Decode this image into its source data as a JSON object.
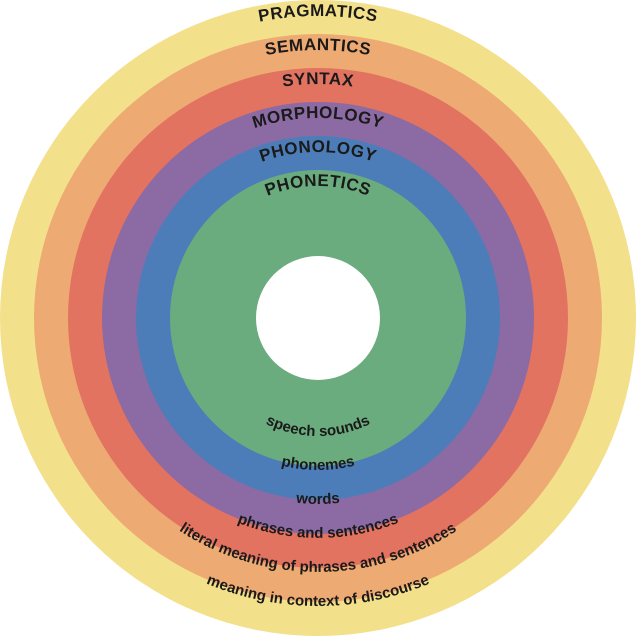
{
  "rings": [
    {
      "id": "pragmatics",
      "title": "PRAGMATICS",
      "description": "meaning in context of discourse",
      "color": "#f3e08a"
    },
    {
      "id": "semantics",
      "title": "SEMANTICS",
      "description": "literal meaning of phrases and sentences",
      "color": "#eeaa73"
    },
    {
      "id": "syntax",
      "title": "SYNTAX",
      "description": "phrases and sentences",
      "color": "#e27360"
    },
    {
      "id": "morphology",
      "title": "MORPHOLOGY",
      "description": "words",
      "color": "#8c6aa3"
    },
    {
      "id": "phonology",
      "title": "PHONOLOGY",
      "description": "phonemes",
      "color": "#4d7db8"
    },
    {
      "id": "phonetics",
      "title": "PHONETICS",
      "description": "speech sounds",
      "color": "#6aac7e"
    }
  ],
  "center_color": "#ffffff"
}
